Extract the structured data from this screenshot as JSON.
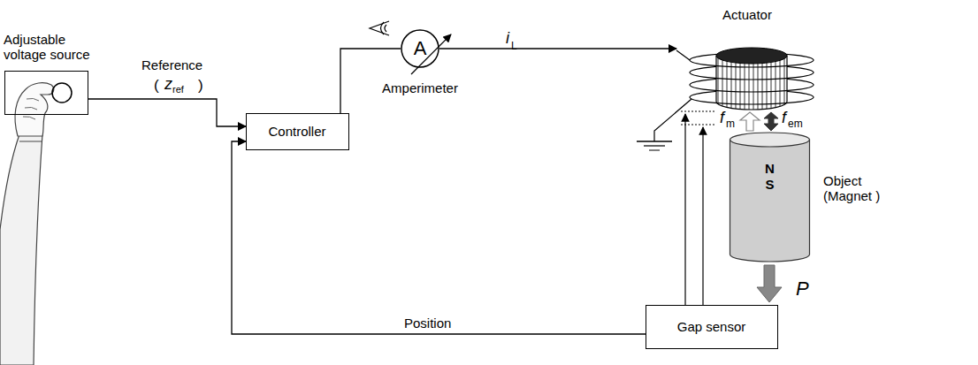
{
  "diagram": {
    "nodes": [
      {
        "text": [
          "Adjustable voltage source"
        ]
      },
      {
        "text": [
          "Controller"
        ]
      },
      {
        "text": [
          "A",
          "Amperimeter"
        ]
      },
      {
        "text": [
          "Actuator"
        ]
      },
      {
        "text": [
          "N",
          "S",
          "Object (Magnet )"
        ]
      },
      {
        "text": [
          "Gap sensor"
        ]
      }
    ],
    "edges": [
      {
        "from": 0,
        "to": 1,
        "arrow": "to",
        "label": "Reference"
      },
      {
        "from": 1,
        "to": 2,
        "arrow": "none"
      },
      {
        "from": 2,
        "to": 3,
        "arrow": "to"
      },
      {
        "from": 5,
        "to": 1,
        "arrow": "to",
        "label": "Position"
      }
    ],
    "labels": [
      "(",
      "z",
      "ref",
      ")",
      "i",
      "L",
      "f",
      "m",
      "f",
      "em",
      "P"
    ]
  }
}
